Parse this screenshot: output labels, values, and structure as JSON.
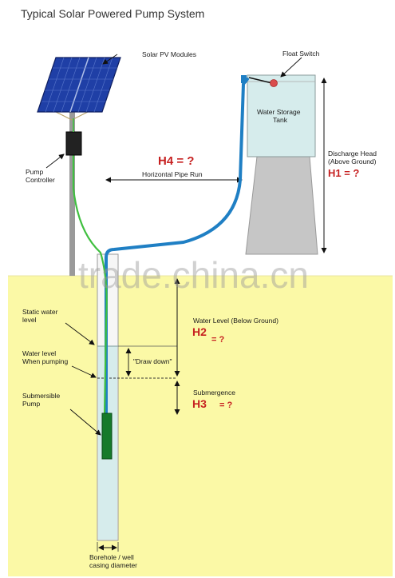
{
  "title": "Typical Solar Powered Pump System",
  "labels": {
    "solar_modules": "Solar PV Modules",
    "float_switch": "Float Switch",
    "tank_line1": "Water Storage",
    "tank_line2": "Tank",
    "pump_controller_line1": "Pump",
    "pump_controller_line2": "Controller",
    "h4": "H4 = ?",
    "horizontal_pipe_run": "Horizontal Pipe Run",
    "discharge_head_line1": "Discharge Head",
    "discharge_head_line2": "(Above Ground)",
    "h1": "H1 = ?",
    "static_level_line1": "Static water",
    "static_level_line2": "level",
    "pumping_level_line1": "Water level",
    "pumping_level_line2": "When pumping",
    "draw_down": "\"Draw down\"",
    "submersible_line1": "Submersible",
    "submersible_line2": "Pump",
    "water_level_below": "Water Level (Below Ground)",
    "h2_name": "H2",
    "h2_value": "= ?",
    "submergence": "Submergence",
    "h3_name": "H3",
    "h3_value": "= ?",
    "borehole_line1": "Borehole / well",
    "borehole_line2": "casing diameter"
  },
  "watermark": "trade.china.cn",
  "colors": {
    "ground": "#fbf9a6",
    "tank_water": "#d6ecec",
    "tank_stand": "#c6c6c6",
    "pipe": "#1f7fc4",
    "cable": "#3fbf3f",
    "pump": "#157a2a",
    "panel": "#1f3fa6",
    "accent_red": "#c62020"
  }
}
